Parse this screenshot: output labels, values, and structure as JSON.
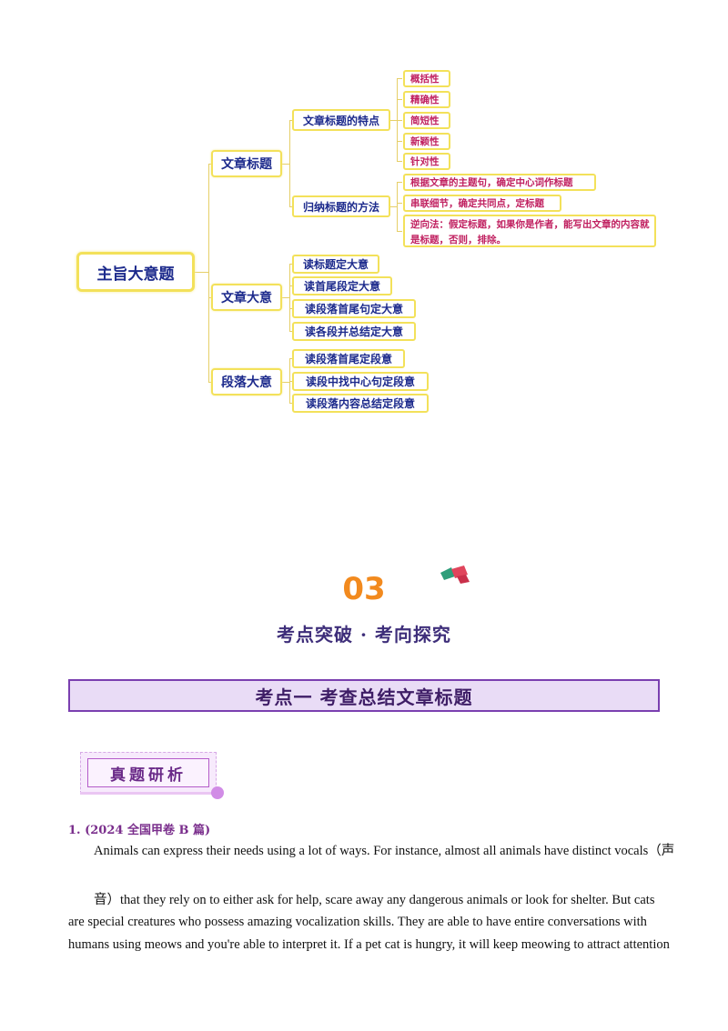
{
  "mindmap": {
    "root": "主旨大意题",
    "branches": [
      {
        "label": "文章标题",
        "children": [
          {
            "label": "文章标题的特点",
            "items": [
              "概括性",
              "精确性",
              "简短性",
              "新颖性",
              "针对性"
            ]
          },
          {
            "label": "归纳标题的方法",
            "items": [
              "根据文章的主题句，确定中心词作标题",
              "串联细节，确定共同点，定标题",
              "逆向法：假定标题，如果你是作者，能写出文章的内容就是标题，否则，排除。"
            ]
          }
        ]
      },
      {
        "label": "文章大意",
        "items": [
          "读标题定大意",
          "读首尾段定大意",
          "读段落首尾句定大意",
          "读各段并总结定大意"
        ]
      },
      {
        "label": "段落大意",
        "items": [
          "读段落首尾定段意",
          "读段中找中心句定段意",
          "读段落内容总结定段意"
        ]
      }
    ]
  },
  "section": {
    "number": "03",
    "title": "考点突破 · 考向探究"
  },
  "banner": "考点一  考查总结文章标题",
  "badge": "真题研析",
  "question": {
    "header": "1. (2024 全国甲卷 B 篇)",
    "lines": [
      "Animals can express their needs using a lot of ways. For instance, almost all animals have distinct vocals（声",
      "音）that they rely on to either ask for help, scare away any dangerous animals or look for shelter. But cats",
      "are special creatures who possess amazing vocalization skills. They are able to have entire conversations with",
      "humans using meows and you're able to interpret it. If a pet cat is hungry, it will keep meowing to attract attention"
    ]
  }
}
